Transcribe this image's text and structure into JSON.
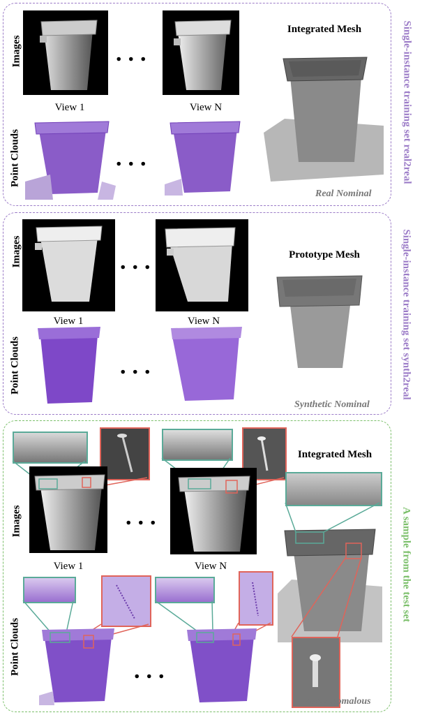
{
  "colors": {
    "purple_border": "#9b7bc7",
    "green_border": "#7bbf6a",
    "teal_callout": "#5aaa98",
    "red_callout": "#e0645a",
    "point_cloud": "#8a5cc8"
  },
  "row_labels": {
    "images": "Images",
    "point_clouds": "Point Clouds"
  },
  "view_labels": {
    "first": "View 1",
    "last": "View N"
  },
  "ellipsis": "...",
  "panels": [
    {
      "mesh_title": "Integrated Mesh",
      "corner_label": "Real Nominal",
      "side_label": "Single-instance training set  real2real"
    },
    {
      "mesh_title": "Prototype Mesh",
      "corner_label": "Synthetic Nominal",
      "side_label": "Single-instance training set  synth2real"
    },
    {
      "mesh_title": "Integrated Mesh",
      "corner_label": "Real Anomalous",
      "side_label": "A sample from the test set"
    }
  ]
}
